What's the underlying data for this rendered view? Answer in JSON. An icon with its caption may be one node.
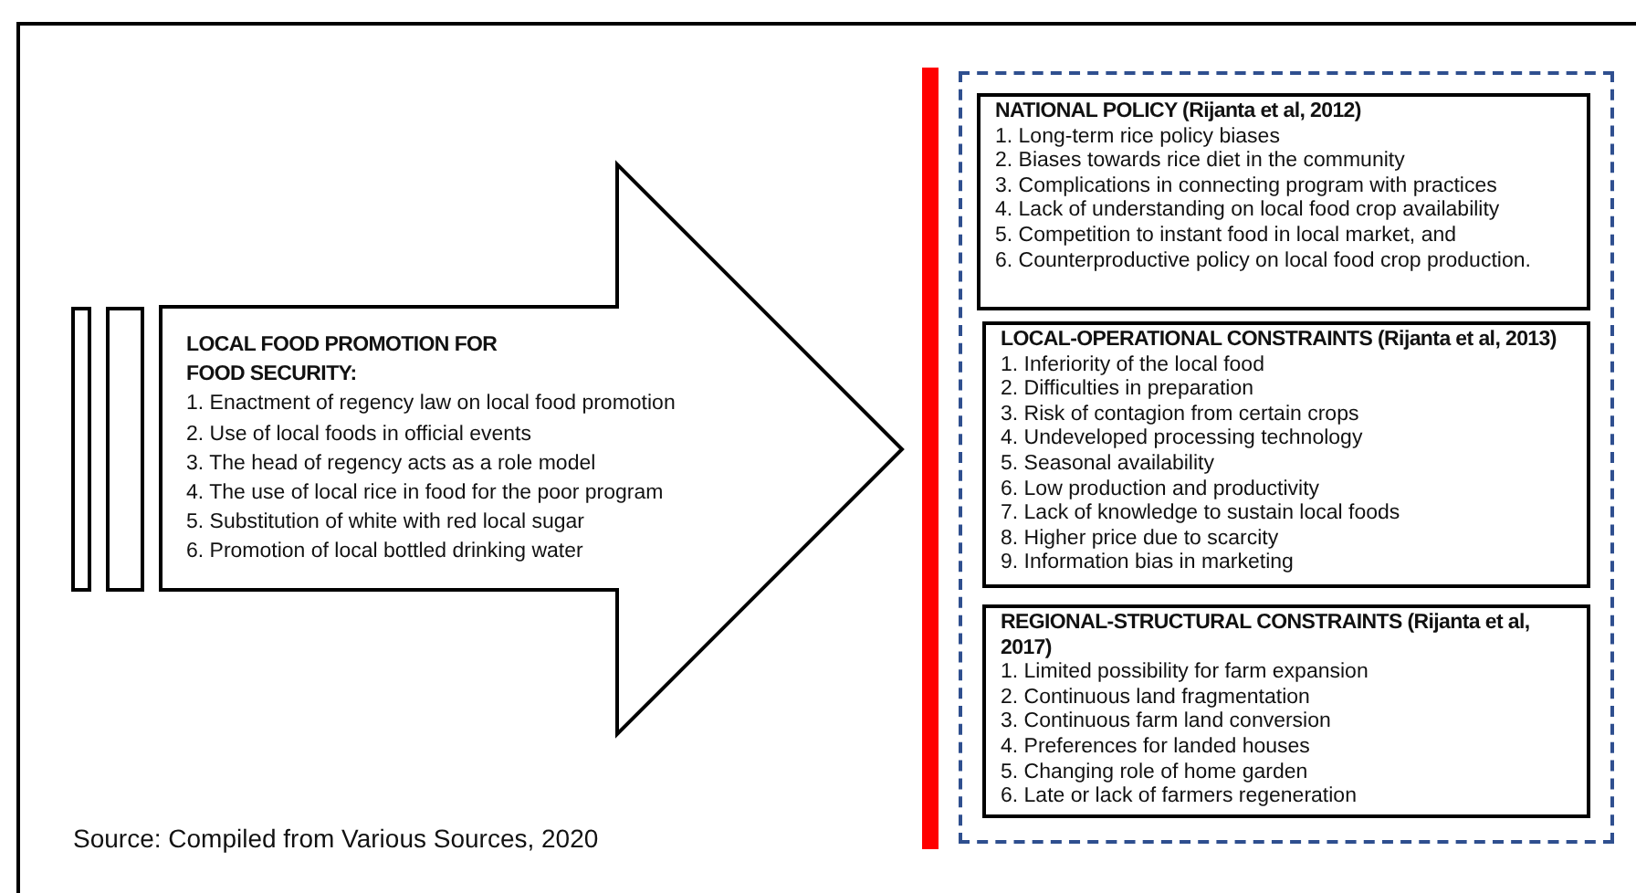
{
  "diagram": {
    "nodes": [
      {
        "text": [],
        "shape": "bar"
      },
      {
        "text": [],
        "shape": "bar"
      },
      {
        "text": [
          "LOCAL FOOD PROMOTION FOR FOOD SECURITY:",
          "1. Enactment of regency law on local food promotion",
          "2. Use of local foods in official events",
          "3. The head of regency acts as a role model",
          "4. The use of local rice in food for the poor program",
          "5. Substitution of white with red local sugar",
          "6. Promotion of local bottled drinking water"
        ]
      },
      {
        "text": [],
        "shape": "box"
      },
      {
        "text": [
          "NATIONAL POLICY (Rijanta et al, 2012)",
          "1. Long-term rice policy biases",
          "2. Biases towards rice diet in the community",
          "3. Complications in connecting program with practices",
          "4. Lack of understanding on local food crop availability",
          "5. Competition to instant food in local market, and",
          "6. Counterproductive policy on local food crop production."
        ],
        "in": 3
      },
      {
        "text": [
          "LOCAL-OPERATIONAL CONSTRAINTS (Rijanta et al, 2013)",
          "1. Inferiority of the local food",
          "2. Difficulties in preparation",
          "3. Risk of contagion from certain crops",
          "4. Undeveloped processing technology",
          "5. Seasonal availability",
          "6. Low production and productivity",
          "7. Lack of knowledge to sustain local foods",
          "8. Higher price due to scarcity",
          "9. Information bias in marketing"
        ],
        "in": 3
      },
      {
        "text": [
          "REGIONAL-STRUCTURAL CONSTRAINTS (Rijanta et al, 2017)",
          "1. Limited possibility for farm expansion",
          "2. Continuous land fragmentation",
          "3. Continuous farm land conversion",
          "4. Preferences for landed houses",
          "5. Changing role of home garden",
          "6. Late or lack of farmers regeneration"
        ],
        "in": 3
      }
    ],
    "labels": [
      "Source: Compiled from Various Sources, 2020"
    ]
  }
}
